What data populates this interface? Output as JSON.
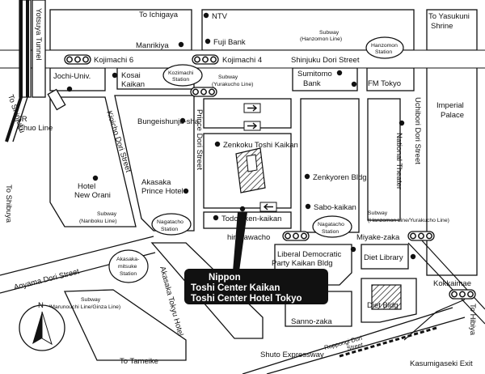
{
  "map": {
    "directions": {
      "to_ichigaya": "To Ichigaya",
      "to_yasukuni": "To Yasukuni",
      "yasukuni_shrine": "Shrine",
      "to_shinjuku": "To Shinjuku",
      "to_shibuya": "To Shibuya",
      "to_tameike": "To Tameike",
      "to_hibiya": "To Hibiya"
    },
    "landmarks": {
      "ntv": "NTV",
      "fuji_bank": "Fuji Bank",
      "manrikiya": "Manrikiya",
      "kosai_kaikan_1": "Kosai",
      "kosai_kaikan_2": "Kaikan",
      "jochi_univ": "Jochi-Univ.",
      "bungeishunju": "Bungeishunju-sha",
      "zenkoku": "Zenkoku Toshi Kaikan",
      "zenkyoren": "Zenkyoren Bldg.",
      "sabo_kaikan": "Sabo-kaikan",
      "todofuken": "Todofuken-kaikan",
      "hotel_new_orani_1": "Hotel",
      "hotel_new_orani_2": "New Orani",
      "akasaka_prince_1": "Akasaka",
      "akasaka_prince_2": "Prince Hotel",
      "sumitomo_bank_1": "Sumitomo",
      "sumitomo_bank_2": "Bank",
      "fm_tokyo": "FM Tokyo",
      "imperial_palace_1": "Imperial",
      "imperial_palace_2": "Palace",
      "national_theater": "National Theater",
      "ldp_1": "Liberal Democratic",
      "ldp_2": "Party Kaikan Bldg",
      "diet_library": "Diet Library",
      "diet_bldg": "Diet Bldg",
      "kasumigaseki_exit": "Kasumigaseki Exit"
    },
    "intersections": {
      "kojimachi6": "Kojimachi 6",
      "kojimachi4": "Kojimachi 4",
      "hirakawacho": "hirakawacho",
      "miyake_zaka": "Miyake-zaka",
      "kokkaimae": "Kokkaimae",
      "sanno_zaka": "Sanno-zaka"
    },
    "roads": {
      "shinjuku_dori": "Shinjuku Dori Street",
      "yotsuya_tunnel": "Yotsuya Tunnel",
      "kioicho_dori": "Kioicho Dori Street",
      "prince_dori": "Prince Dori Street",
      "uchibori_dori": "Uchibori Dori Street",
      "aoyama_dori": "Aoyama Dori Street",
      "akasaka_tokyu": "Akasaka Tokyu Hotel",
      "roppongi_dori_1": "Roppongi Dori",
      "roppongi_dori_2": "Street",
      "shuto_expressway": "Shuto Expressway",
      "jr_chuo_1": "JR",
      "jr_chuo_2": "Chuo Line"
    },
    "stations": {
      "kozimachi_1": "Kozimachi",
      "kozimachi_2": "Station",
      "hanzomon_1": "Hanzomon",
      "hanzomon_2": "Station",
      "nagatacho_w_1": "Nagatacho",
      "nagatacho_w_2": "Station",
      "nagatacho_e_1": "Nagatacho",
      "nagatacho_e_2": "Station",
      "akasaka_mitsuke_1": "Akasaka-",
      "akasaka_mitsuke_2": "mitsuke",
      "akasaka_mitsuke_3": "Station"
    },
    "subways": {
      "hanzomon_line_1": "Subway",
      "hanzomon_line_2": "(Hanzomon Line)",
      "yurakucho_line_1": "Subway",
      "yurakucho_line_2": "(Yurakucho Line)",
      "nanboku_line_1": "Subway",
      "nanboku_line_2": "(Nanboku Line)",
      "hanzomon_yurakucho_1": "Subway",
      "hanzomon_yurakucho_2": "(Hanzomon Line/Yurakucho Line)",
      "marunouchi_ginza_1": "Subway",
      "marunouchi_ginza_2": "(Marunouchi Line/Ginza Line)"
    },
    "callout": {
      "line1": "Nippon",
      "line2": "Toshi Center Kaikan",
      "line3": "Toshi Center Hotel Tokyo"
    },
    "compass": {
      "north": "N"
    },
    "colors": {
      "ink": "#111111",
      "paper": "#ffffff",
      "callout_bg": "#111111"
    }
  }
}
